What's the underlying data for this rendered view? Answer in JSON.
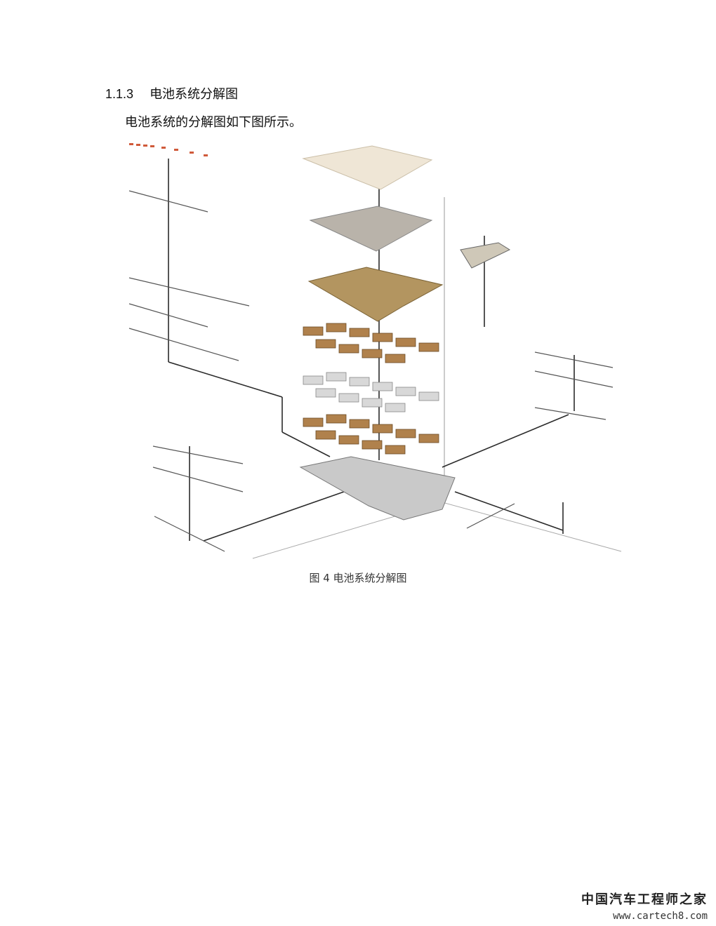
{
  "section": {
    "number": "1.1.3",
    "title": "电池系统分解图"
  },
  "paragraph": "电池系统的分解图如下图所示。",
  "figure": {
    "caption": "图 4 电池系统分解图"
  },
  "watermark": {
    "logo_text": "中国汽车工程师之家",
    "url": "www.cartech8.com"
  }
}
